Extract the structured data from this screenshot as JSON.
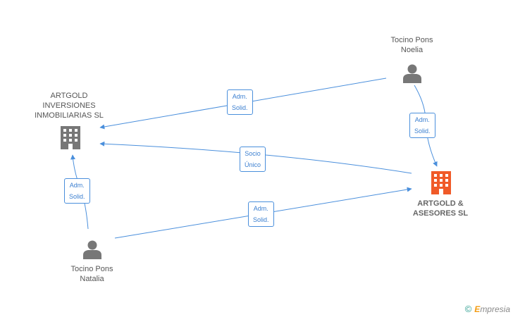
{
  "nodes": {
    "noelia": {
      "lines": [
        "Tocino Pons",
        "Noelia"
      ],
      "icon": "person-icon"
    },
    "inversiones": {
      "lines": [
        "ARTGOLD",
        "INVERSIONES",
        "INMOBILIARIAS SL"
      ],
      "icon": "building-icon"
    },
    "asesores": {
      "lines": [
        "ARTGOLD &",
        "ASESORES SL"
      ],
      "icon": "building-icon",
      "color": "#f05a28"
    },
    "natalia": {
      "lines": [
        "Tocino Pons",
        "Natalia"
      ],
      "icon": "person-icon"
    }
  },
  "edges": {
    "noelia_inversiones": {
      "lines": [
        "Adm.",
        "Solid."
      ]
    },
    "noelia_asesores": {
      "lines": [
        "Adm.",
        "Solid."
      ]
    },
    "asesores_inversiones": {
      "lines": [
        "Socio",
        "Único"
      ]
    },
    "natalia_inversiones": {
      "lines": [
        "Adm.",
        "Solid."
      ]
    },
    "natalia_asesores": {
      "lines": [
        "Adm.",
        "Solid."
      ]
    }
  },
  "colors": {
    "edge": "#4a8fdc",
    "person": "#777777",
    "building": "#777777",
    "focus_building": "#f05a28"
  },
  "watermark": {
    "copyright": "©",
    "brand_first": "E",
    "brand_rest": "mpresia"
  }
}
